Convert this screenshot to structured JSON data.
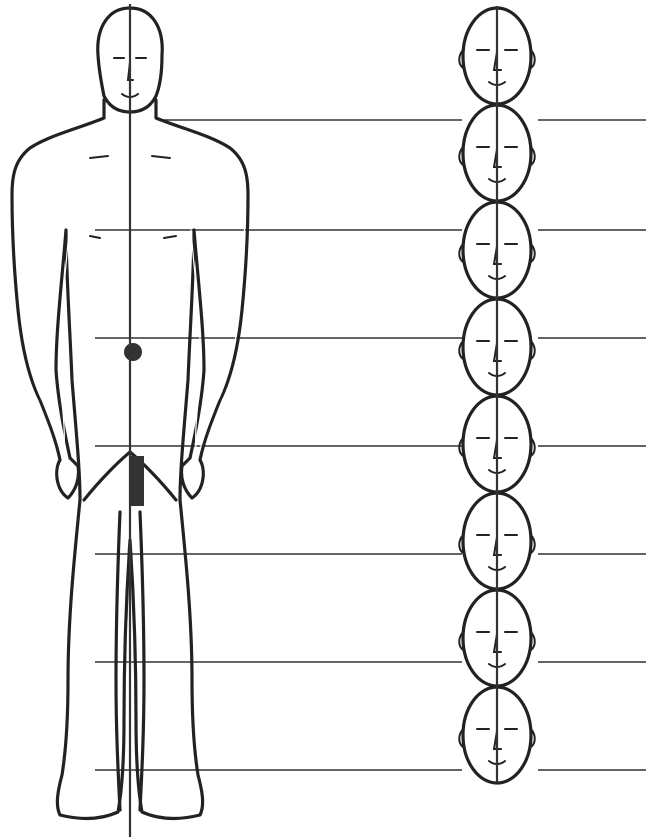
{
  "diagram": {
    "subject": "human-figure-proportions",
    "head_count": 8,
    "guide_line_count": 7,
    "colors": {
      "ink": "#222222",
      "background": "#ffffff"
    }
  }
}
